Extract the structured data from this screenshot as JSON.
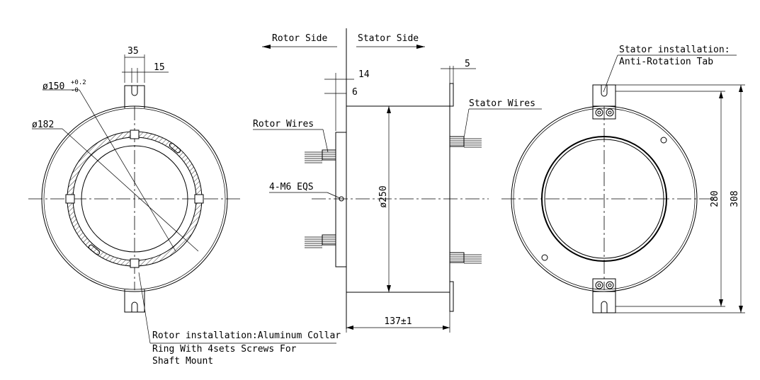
{
  "labels": {
    "rotor_side": "Rotor Side",
    "stator_side": "Stator Side",
    "rotor_wires": "Rotor Wires",
    "stator_wires": "Stator Wires",
    "bolt_spec": "4-M6 EQS",
    "stator_install_line1": "Stator installation:",
    "stator_install_line2": "Anti-Rotation Tab",
    "rotor_install_line1": "Rotor installation:Aluminum Collar",
    "rotor_install_line2": "Ring With 4sets Screws For",
    "rotor_install_line3": "Shaft Mount"
  },
  "dimensions": {
    "tab_width": "35",
    "tab_slot": "15",
    "bore_diameter_prefix": "ø150",
    "bore_tol_upper": "+0.2",
    "bore_tol_lower": "-0",
    "collar_diameter": "ø182",
    "flange_offset": "14",
    "flange_thickness": "6",
    "stator_tab_thickness": "5",
    "body_diameter": "ø250",
    "body_length": "137±1",
    "tab_hole_spacing": "280",
    "tab_overall": "308"
  }
}
